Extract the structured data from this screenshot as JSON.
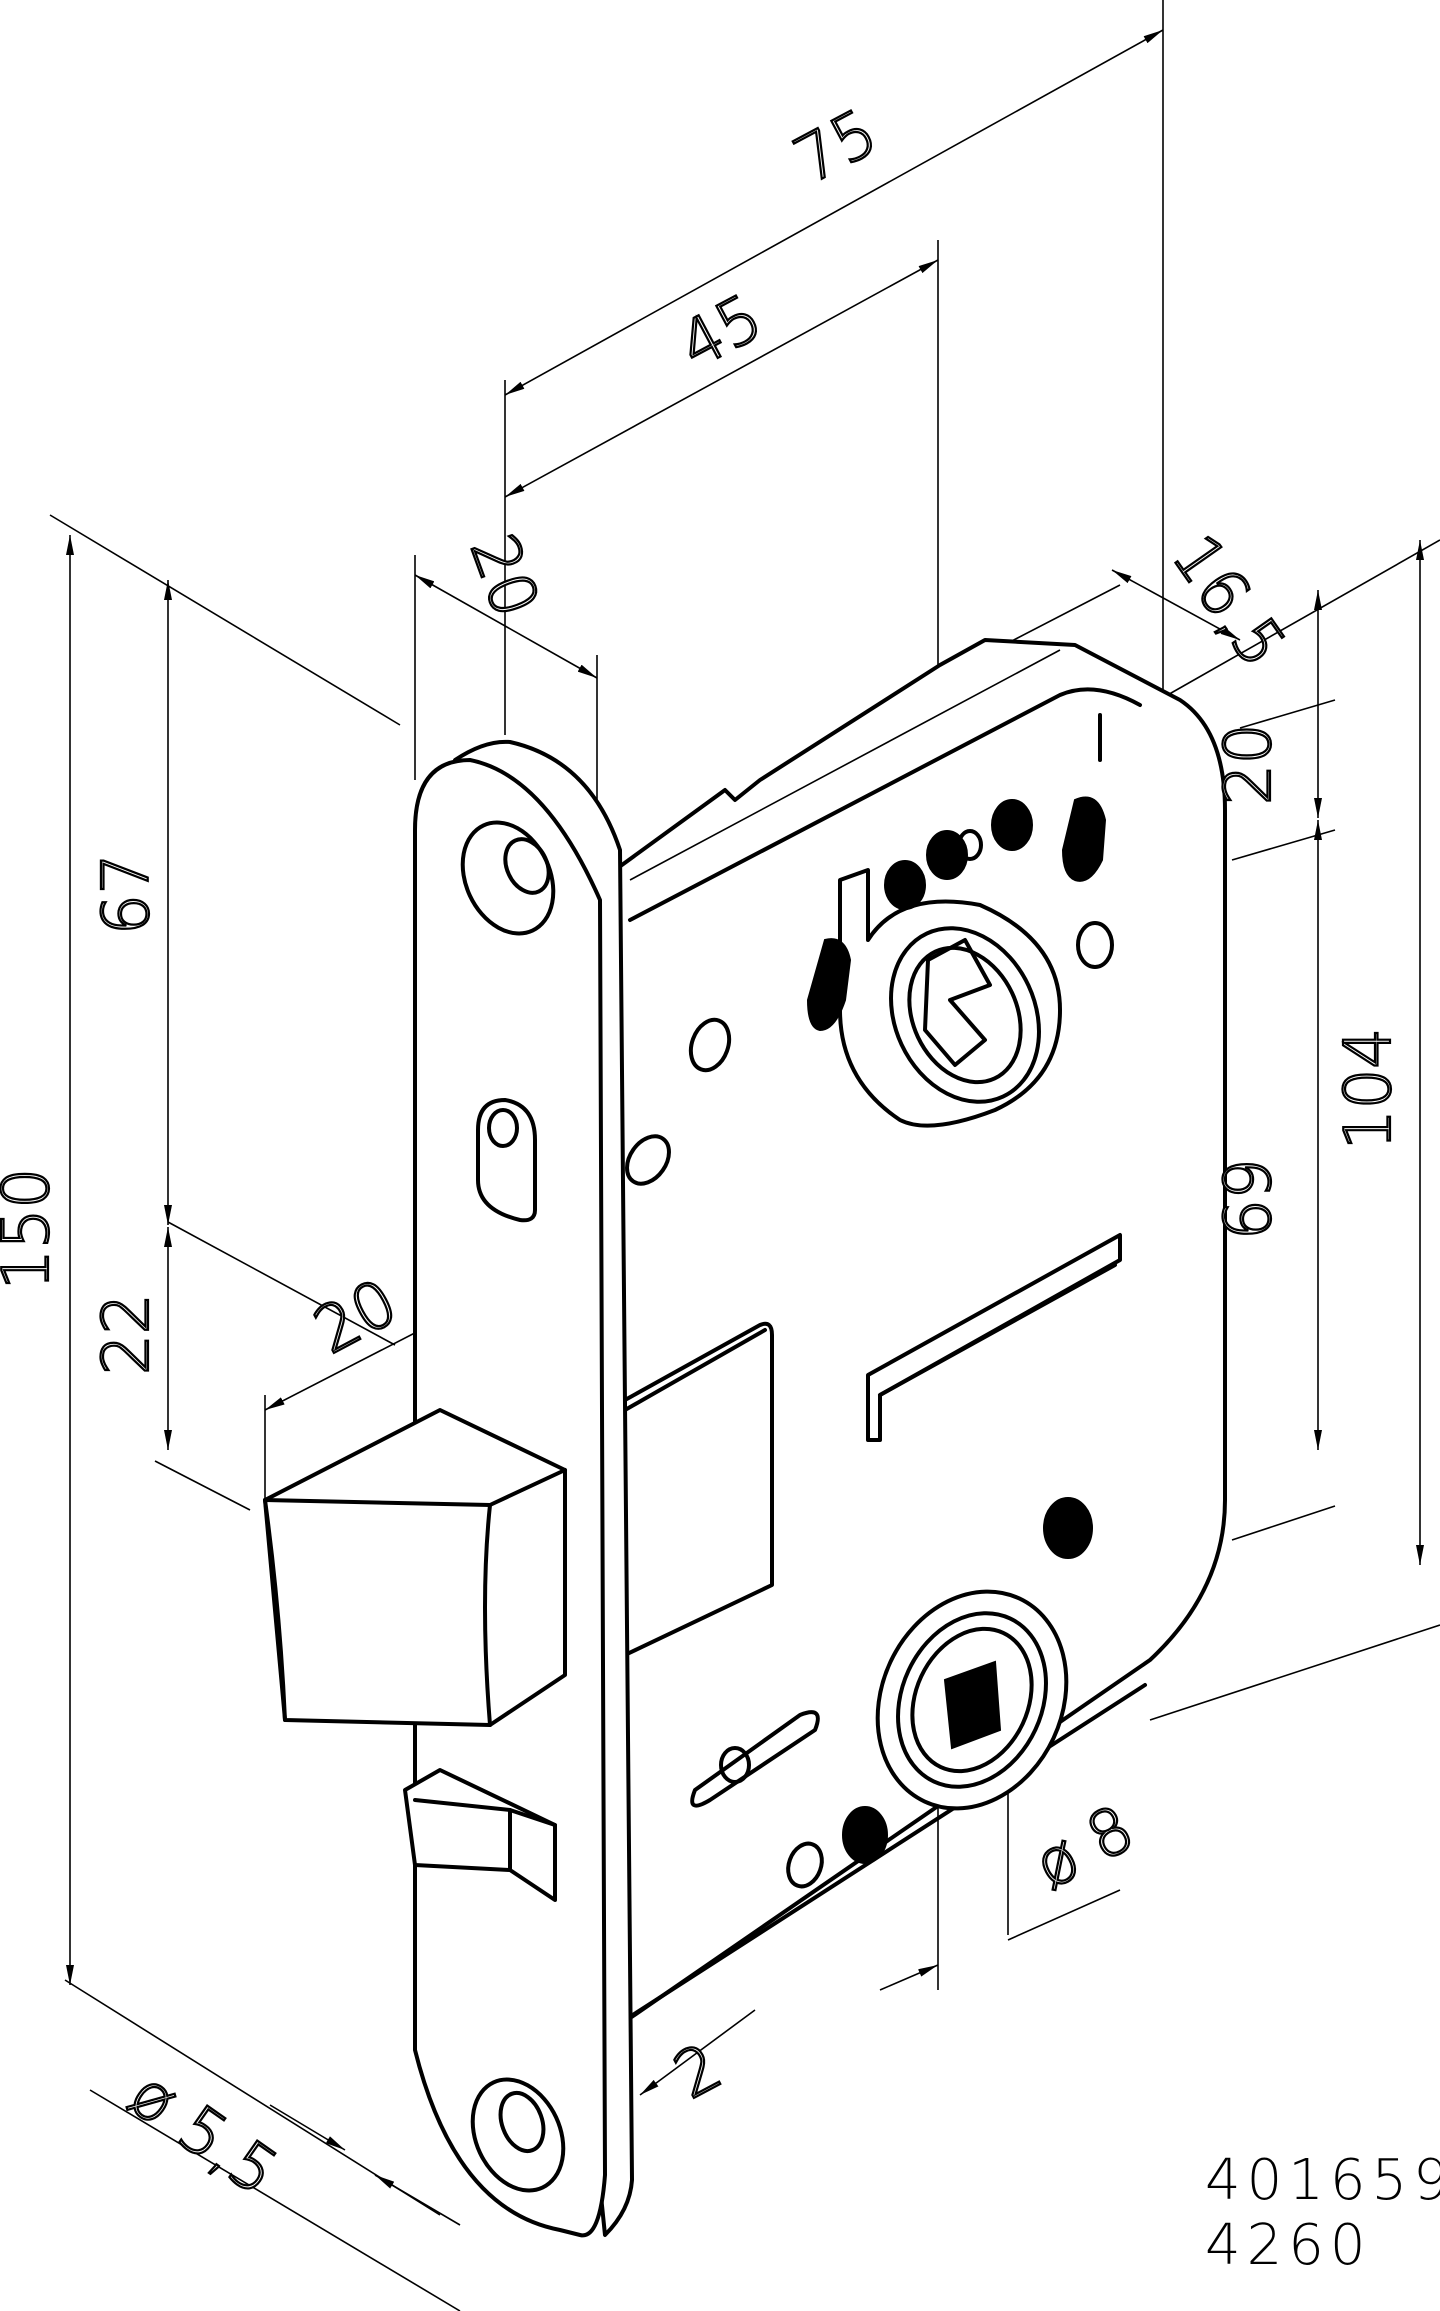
{
  "drawing": {
    "title": "Mortise lock technical drawing",
    "dimensions": {
      "backset_total": "75",
      "backset": "45",
      "faceplate_width": "20",
      "case_depth": "16,5",
      "top_to_cylinder": "20",
      "cylinder_to_spindle": "69",
      "case_height": "104",
      "faceplate_length": "150",
      "top_to_latch": "67",
      "latch_height": "22",
      "latch_projection": "20",
      "spindle_square": "ø 8",
      "faceplate_thickness": "2",
      "screw_hole": "ø 5,5"
    },
    "codes": {
      "article_number": "401659",
      "model_number": "4260"
    }
  }
}
